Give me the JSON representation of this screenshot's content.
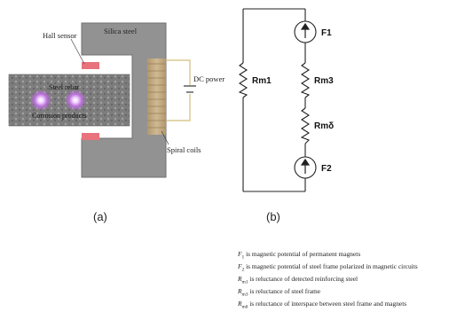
{
  "fig_a": {
    "label_hall": "Hall sensor",
    "label_silica": "Silica steel",
    "label_rebar": "Steel rebar",
    "label_corrosion": "Corrosion products",
    "label_dc": "DC power",
    "label_coils": "Spiral coils",
    "caption": "(a)"
  },
  "fig_b": {
    "label_f1": "F1",
    "label_f2": "F2",
    "label_rm1": "Rm1",
    "label_rm3": "Rm3",
    "label_rmd": "Rmδ",
    "caption": "(b)"
  },
  "legend": [
    {
      "symbol_base": "F",
      "symbol_sub": "1",
      "text": " is magnetic potential of permanent magnets"
    },
    {
      "symbol_base": "F",
      "symbol_sub": "2",
      "text": " is magnetic potential of steel frame polarized in magnetic circuits"
    },
    {
      "symbol_base": "R",
      "symbol_sub": "m1",
      "text": " is reluctance of detected reinforcing steel"
    },
    {
      "symbol_base": "R",
      "symbol_sub": "m3",
      "text": " is reluctance of steel frame"
    },
    {
      "symbol_base": "R",
      "symbol_sub": "mδ",
      "text": " is reluctance of interspace between steel frame and magnets"
    }
  ],
  "colors": {
    "steel_frame": "#909090",
    "hall_sensor": "#e8737d",
    "rebar": "#7b7b7b",
    "coil": "#caa978",
    "glow": "#d58bf0",
    "dc_wire": "#d2bd7a"
  }
}
